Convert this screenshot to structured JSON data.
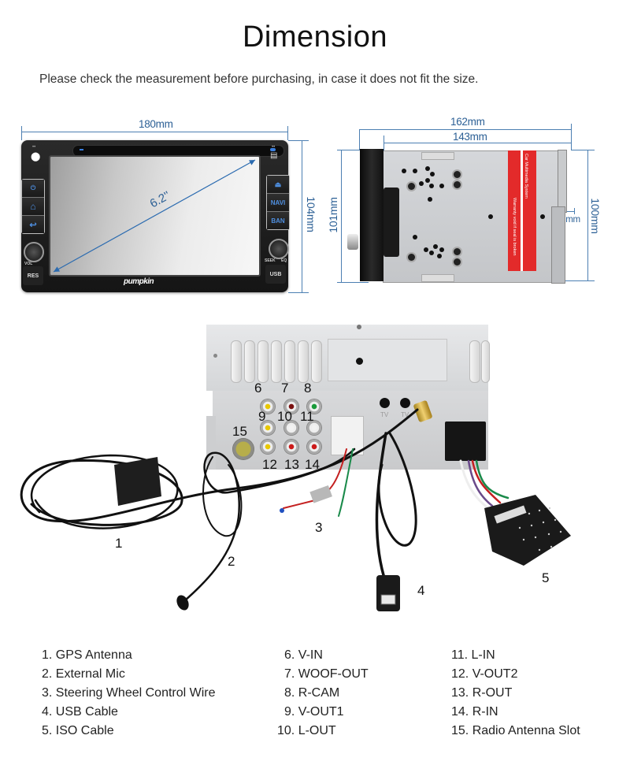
{
  "header": {
    "title": "Dimension",
    "subtitle": "Please check the measurement before purchasing, in case it does not fit the size."
  },
  "front_view": {
    "width_label": "180mm",
    "height_label": "104mm",
    "screen_size_label": "6.2''",
    "brand_logo": "pumpkin",
    "left_buttons": [
      {
        "icon": "power-icon",
        "glyph": "⏻"
      },
      {
        "icon": "home-icon",
        "glyph": "⌂"
      },
      {
        "icon": "back-icon",
        "glyph": "↩"
      }
    ],
    "right_buttons": [
      {
        "icon": "eject-icon",
        "glyph": "⏏"
      },
      {
        "label": "NAVI"
      },
      {
        "label": "BAN"
      }
    ],
    "knob_labels": {
      "left": "VOL",
      "right_a": "SEEK",
      "right_b": "EQ"
    },
    "res_label": "RES",
    "usb_label": "USB"
  },
  "side_view": {
    "total_depth_label": "162mm",
    "body_depth_label": "143mm",
    "front_height_label": "101mm",
    "body_height_label": "100mm",
    "ear_label": "13mm",
    "sticker_lines": [
      "Car Multimedia System",
      "Warranty void if seal is broken"
    ]
  },
  "rear_view": {
    "port_numbers": [
      "6",
      "7",
      "8",
      "9",
      "10",
      "11",
      "12",
      "13",
      "14",
      "15"
    ],
    "accessory_numbers": [
      "1",
      "2",
      "3",
      "4",
      "5"
    ],
    "aux_labels": [
      "TV",
      "TV"
    ],
    "rca_colors": {
      "6": "#e8c800",
      "7": "#7a1010",
      "8": "#1a9a3a",
      "9": "#e8c800",
      "10": "#f2f2f2",
      "11": "#f2f2f2",
      "12": "#e8c800",
      "13": "#cc1a1a",
      "14": "#cc1a1a"
    }
  },
  "legend": {
    "col1": [
      "1. GPS Antenna",
      "2. External Mic",
      "3. Steering Wheel Control Wire",
      "4. USB Cable",
      "5. ISO Cable"
    ],
    "col2": [
      "6. V-IN",
      "7. WOOF-OUT",
      "8. R-CAM",
      "9. V-OUT1",
      "10. L-OUT"
    ],
    "col3": [
      "11. L-IN",
      "12. V-OUT2",
      "13. R-OUT",
      "14. R-IN",
      "15. Radio Antenna Slot"
    ]
  },
  "colors": {
    "dimension_blue": "#2b5f95",
    "button_blue": "#4e8fe0",
    "sticker_red": "#e32a2a"
  }
}
